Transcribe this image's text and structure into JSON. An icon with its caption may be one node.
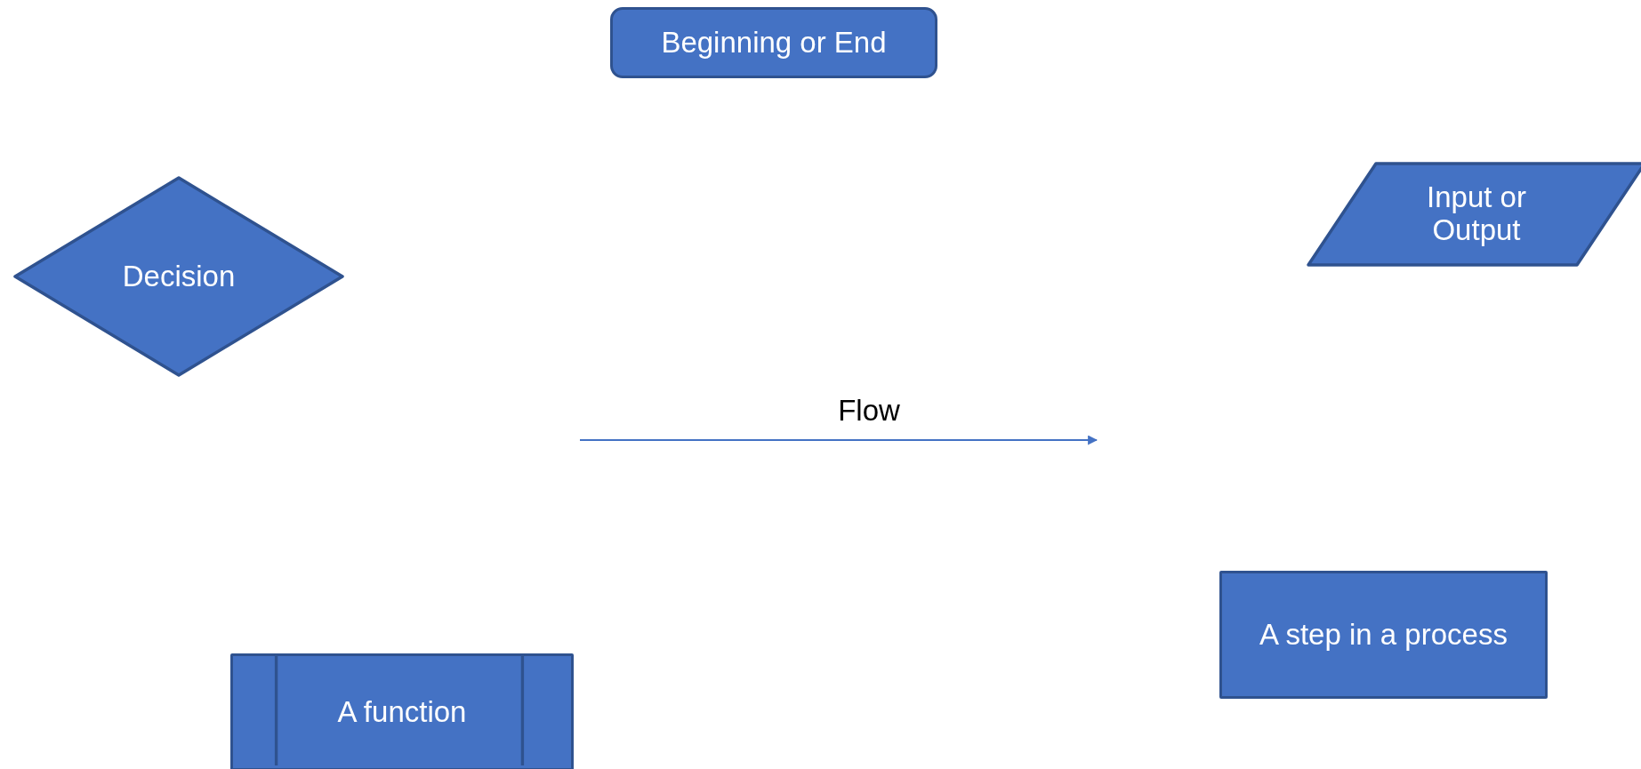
{
  "diagram": {
    "nodes": [
      {
        "text": [
          "Beginning or End"
        ]
      },
      {
        "text": [
          "Decision"
        ]
      },
      {
        "text": [
          "Input or Output"
        ]
      },
      {
        "text": [
          "A step in a process"
        ]
      },
      {
        "text": [
          "A function"
        ]
      }
    ],
    "labels": [
      "Flow"
    ]
  }
}
